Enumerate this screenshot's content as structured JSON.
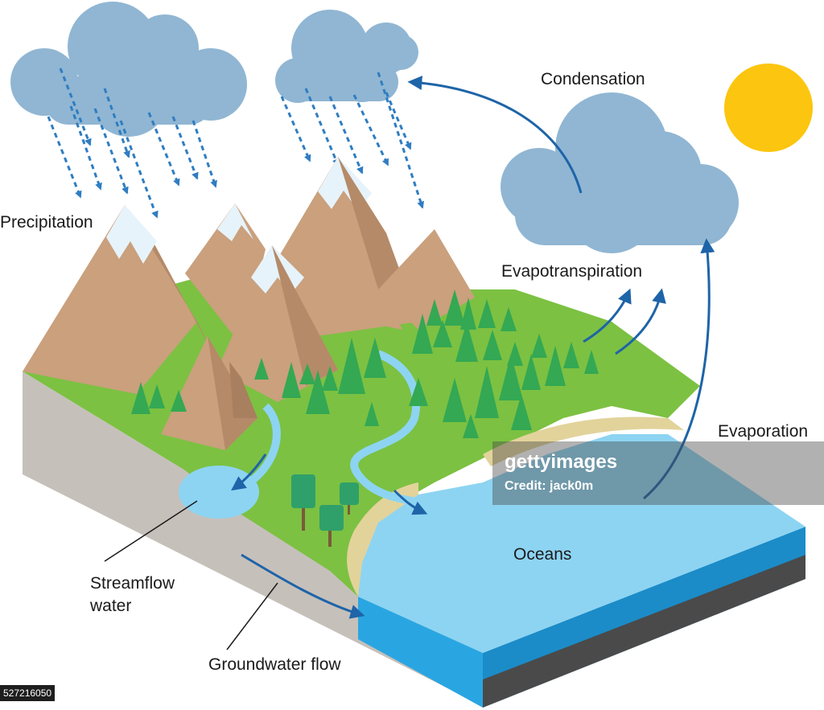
{
  "labels": {
    "precipitation": "Precipitation",
    "condensation": "Condensation",
    "evapotranspiration": "Evapotranspiration",
    "evaporation": "Evaporation",
    "streamflow": "Streamflow",
    "streamflow_line2": "water",
    "groundwater": "Groundwater flow",
    "oceans": "Oceans"
  },
  "watermark": {
    "brand": "gettyimages",
    "credit": "Credit: jack0m",
    "image_id": "527216050"
  },
  "colors": {
    "cloud": "#90b6d3",
    "sun": "#fcc50f",
    "arrow": "#1e64a8",
    "grass": "#7cc142",
    "ocean": "#8dd4f2",
    "mountain": "#caa07d",
    "snow": "#e6f3fa",
    "soil": "#c6c0bb"
  }
}
